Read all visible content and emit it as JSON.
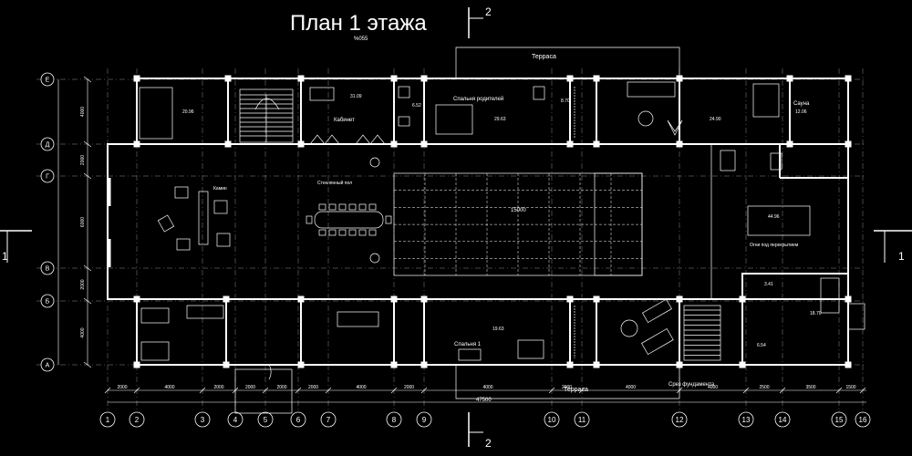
{
  "title": "План 1 этажа",
  "title_sub": "%055",
  "section_label": "2",
  "section_side_label": "1",
  "axes_columns": [
    "1",
    "2",
    "3",
    "4",
    "5",
    "6",
    "7",
    "8",
    "9",
    "10",
    "11",
    "12",
    "13",
    "14",
    "15",
    "16"
  ],
  "axes_rows": [
    "Е",
    "Д",
    "Г",
    "В",
    "Б",
    "А"
  ],
  "row_dims": [
    "4000",
    "2000",
    "6000",
    "2000",
    "4000"
  ],
  "col_dims": [
    "2000",
    "4000",
    "2000",
    "2000",
    "2000",
    "2000",
    "4000",
    "2000",
    "4000",
    "2000",
    "4000",
    "4000",
    "2500",
    "3500",
    "1500"
  ],
  "overall_dim": "47500",
  "rooms": {
    "terrace_top": "Терраса",
    "terrace_bottom": "Терраса",
    "office": "Кабинет",
    "parents_bedroom": "Спальня родителей",
    "bedroom1": "Спальня 1",
    "sauna": "Сауна",
    "fireplace": "Камин",
    "glass_floor": "Стеклянный пол",
    "pool_cover": "Огни под перекрытием",
    "base_cut": "Срез фундамента"
  },
  "areas": {
    "a1": "20.96",
    "a2": "31.09",
    "a3": "6.52",
    "a4": "29.63",
    "a5": "8.70",
    "a6": "24.90",
    "a7": "12.06",
    "a8": "44.96",
    "a9": "19.63",
    "a10": "3.41",
    "a11": "6.54",
    "a12": "18.70"
  },
  "pool_dim": "15000"
}
